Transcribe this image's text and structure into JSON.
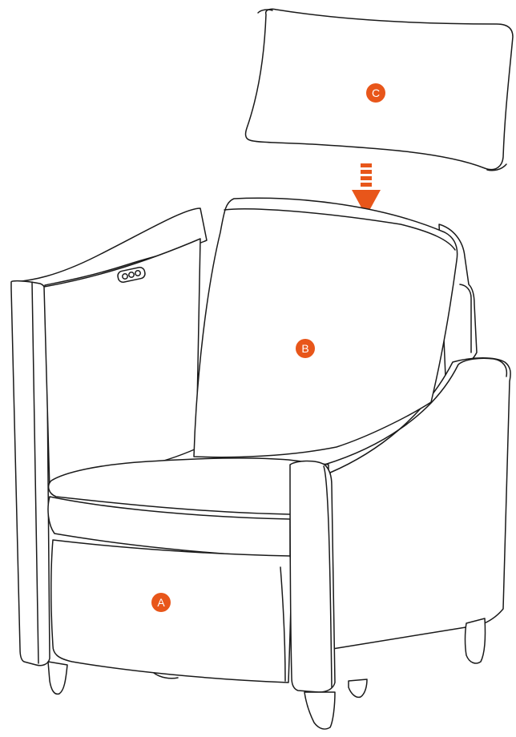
{
  "diagram": {
    "accent_color": "#e8561a",
    "line_color": "#1a1a1a",
    "arrow": {
      "icon": "dashed-arrow-down-icon",
      "direction": "down"
    },
    "callouts": [
      {
        "id": "A",
        "label": "A"
      },
      {
        "id": "B",
        "label": "B"
      },
      {
        "id": "C",
        "label": "C"
      }
    ]
  }
}
